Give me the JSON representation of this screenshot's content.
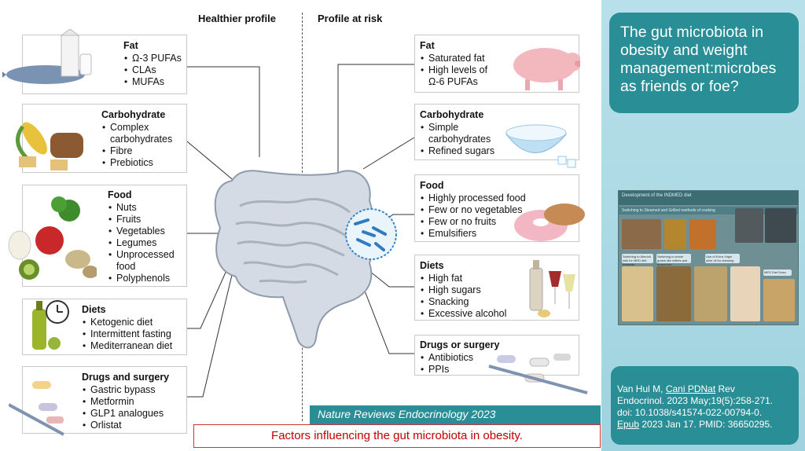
{
  "figure": {
    "healthier_header": "Healthier profile",
    "risk_header": "Profile at risk",
    "left_boxes": [
      {
        "title": "Fat",
        "items": [
          "Ω-3 PUFAs",
          "CLAs",
          "MUFAs"
        ]
      },
      {
        "title": "Carbohydrate",
        "items": [
          "Complex",
          "carbohydrates",
          "Fibre",
          "Prebiotics"
        ]
      },
      {
        "title": "Food",
        "items": [
          "Nuts",
          "Fruits",
          "Vegetables",
          "Legumes",
          "Unprocessed",
          "food",
          "Polyphenols"
        ]
      },
      {
        "title": "Diets",
        "items": [
          "Ketogenic diet",
          "Intermittent fasting",
          "Mediterranean diet"
        ]
      },
      {
        "title": "Drugs and surgery",
        "items": [
          "Gastric bypass",
          "Metformin",
          "GLP1 analogues",
          "Orlistat"
        ]
      }
    ],
    "right_boxes": [
      {
        "title": "Fat",
        "items": [
          "Saturated fat",
          "High levels of",
          "Ω-6 PUFAs"
        ]
      },
      {
        "title": "Carbohydrate",
        "items": [
          "Simple",
          "carbohydrates",
          "Refined sugars"
        ]
      },
      {
        "title": "Food",
        "items": [
          "Highly processed food",
          "Few or no vegetables",
          "Few or no fruits",
          "Emulsifiers"
        ]
      },
      {
        "title": "Diets",
        "items": [
          "High fat",
          "High sugars",
          "Snacking",
          "Excessive alcohol"
        ]
      },
      {
        "title": "Drugs or surgery",
        "items": [
          "Antibiotics",
          "PPIs"
        ]
      }
    ],
    "journal": "Nature Reviews Endocrinology 2023",
    "caption": "Factors influencing the gut microbiota in obesity."
  },
  "side": {
    "title": "The gut microbiota in obesity and weight management:microbes as friends or foe?",
    "thumb_title": "Development of the INDMED diet",
    "thumb_sub": "Switching to Steamed and Grilled methods of cooking",
    "thumb_notes": [
      "Switching to Almond milk for MED diet desserts",
      "Switching to whole grains like millets and brown rice",
      "Use of Extra Virgin olive oil for dressing",
      "MED Diet Dosa"
    ],
    "ref_line1_a": "Van Hul M, ",
    "ref_line1_b": "Cani PDNat",
    "ref_line1_c": " Rev",
    "ref_line2": "Endocrinol. 2023 May;19(5):258-271.",
    "ref_line3": "doi: 10.1038/s41574-022-00794-0.",
    "ref_line4_a": "Epub",
    "ref_line4_b": " 2023 Jan 17. PMID: 36650295."
  },
  "colors": {
    "accent": "#2a8e97",
    "caption_red": "#c00000",
    "panel_bg": "#b8e0ea"
  }
}
